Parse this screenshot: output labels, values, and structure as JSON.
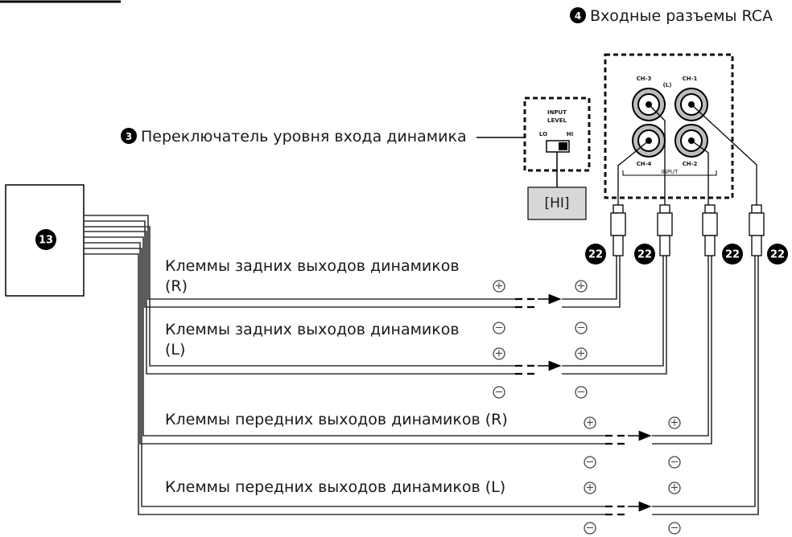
{
  "labels": {
    "rca_title": "Входные разъемы RCA",
    "rca_title_num": "4",
    "switch_title": "Переключатель уровня входа динамика",
    "switch_title_num": "3",
    "device_num": "13",
    "hi_box": "[HI]",
    "input_level_1": "INPUT",
    "input_level_2": "LEVEL",
    "lo": "LO",
    "hi": "HI",
    "ch3": "CH-3",
    "ch1": "CH-1",
    "ch4": "CH-4",
    "ch2": "CH-2",
    "l_mark": "(L)",
    "input_word": "INPUT",
    "plug_num": "22",
    "rear_r_1": "Клеммы задних выходов динамиков",
    "rear_r_2": "(R)",
    "rear_l_1": "Клеммы задних выходов динамиков",
    "rear_l_2": "(L)",
    "front_r": "Клеммы передних выходов динамиков (R)",
    "front_l": "Клеммы передних выходов динамиков (L)"
  },
  "symbols": {
    "plus": "+",
    "minus": "−"
  }
}
